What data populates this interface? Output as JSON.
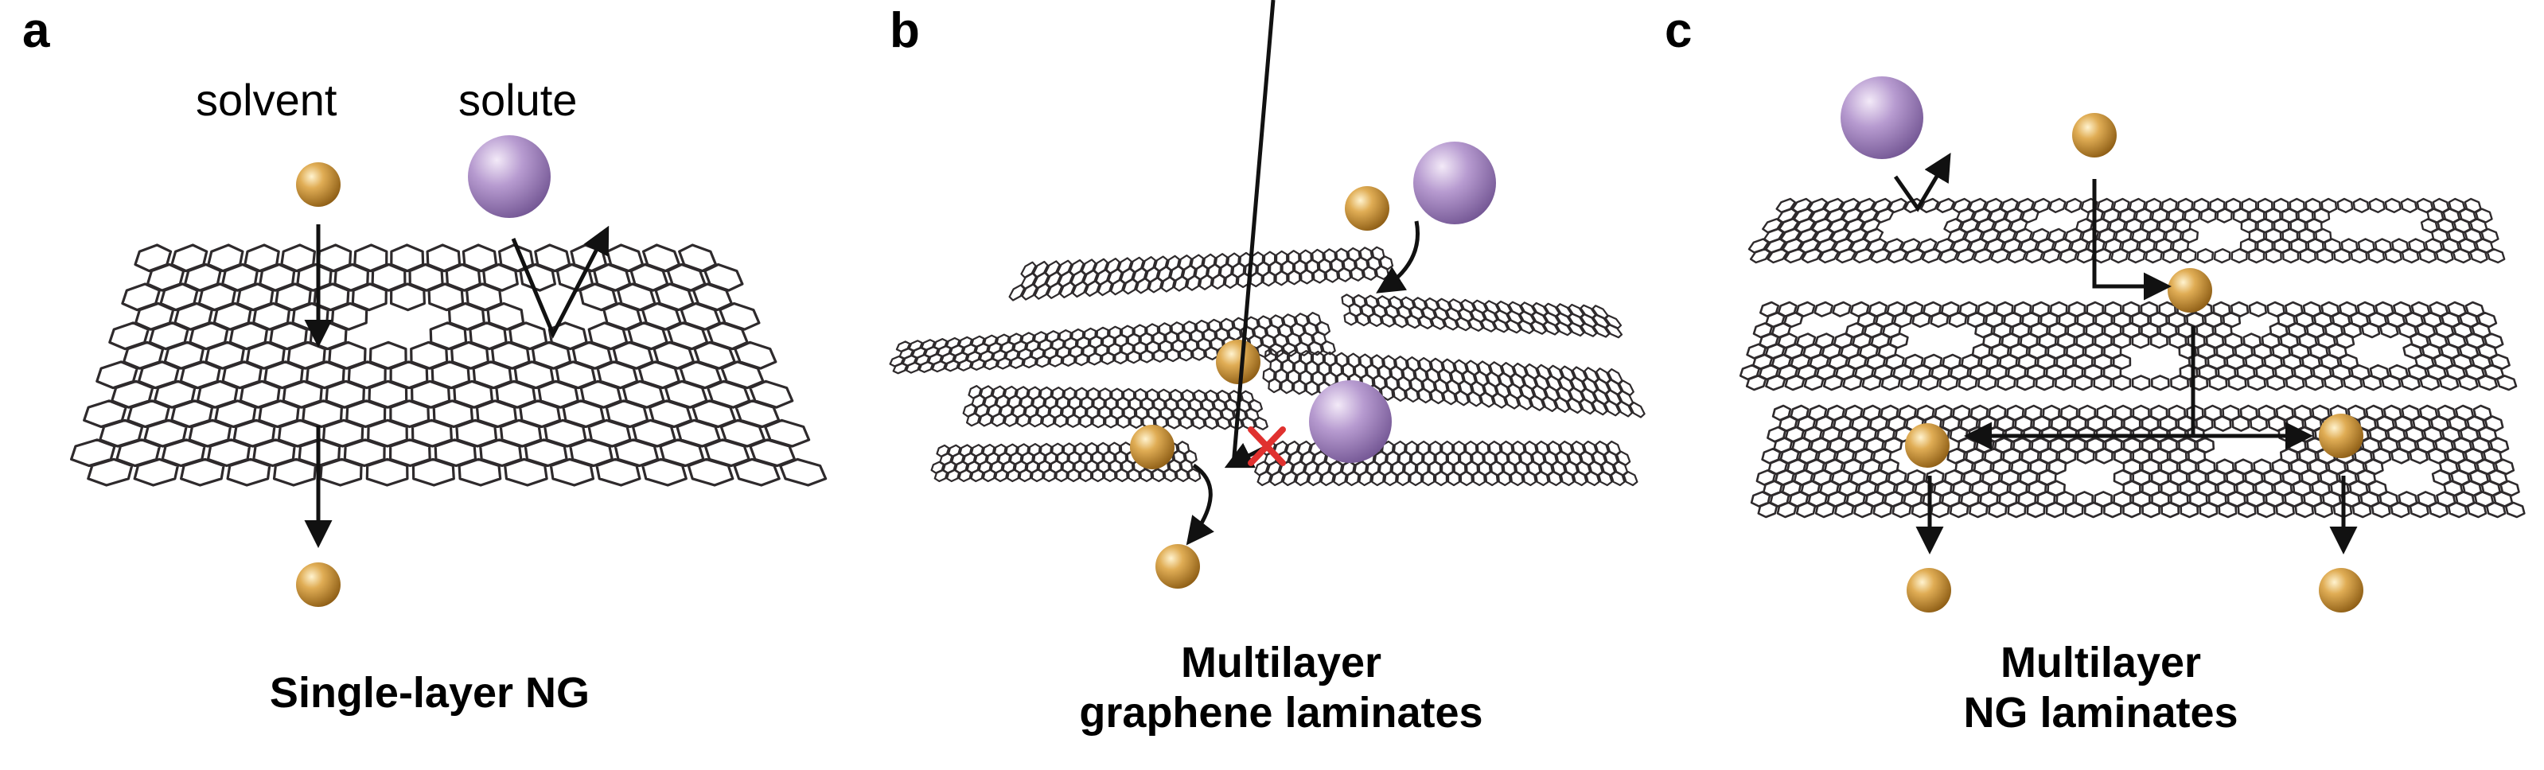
{
  "panels": {
    "a": {
      "letter": "a",
      "solvent_label": "solvent",
      "solute_label": "solute",
      "caption": "Single-layer NG"
    },
    "b": {
      "letter": "b",
      "caption_line1": "Multilayer",
      "caption_line2": "graphene laminates"
    },
    "c": {
      "letter": "c",
      "caption_line1": "Multilayer",
      "caption_line2": "NG laminates"
    }
  },
  "colors": {
    "lattice": "#2e2a2c",
    "solvent_ball": "#c9922f",
    "solute_ball": "#a98cc2",
    "blocked_mark": "#e0312f",
    "arrow": "#111111"
  }
}
